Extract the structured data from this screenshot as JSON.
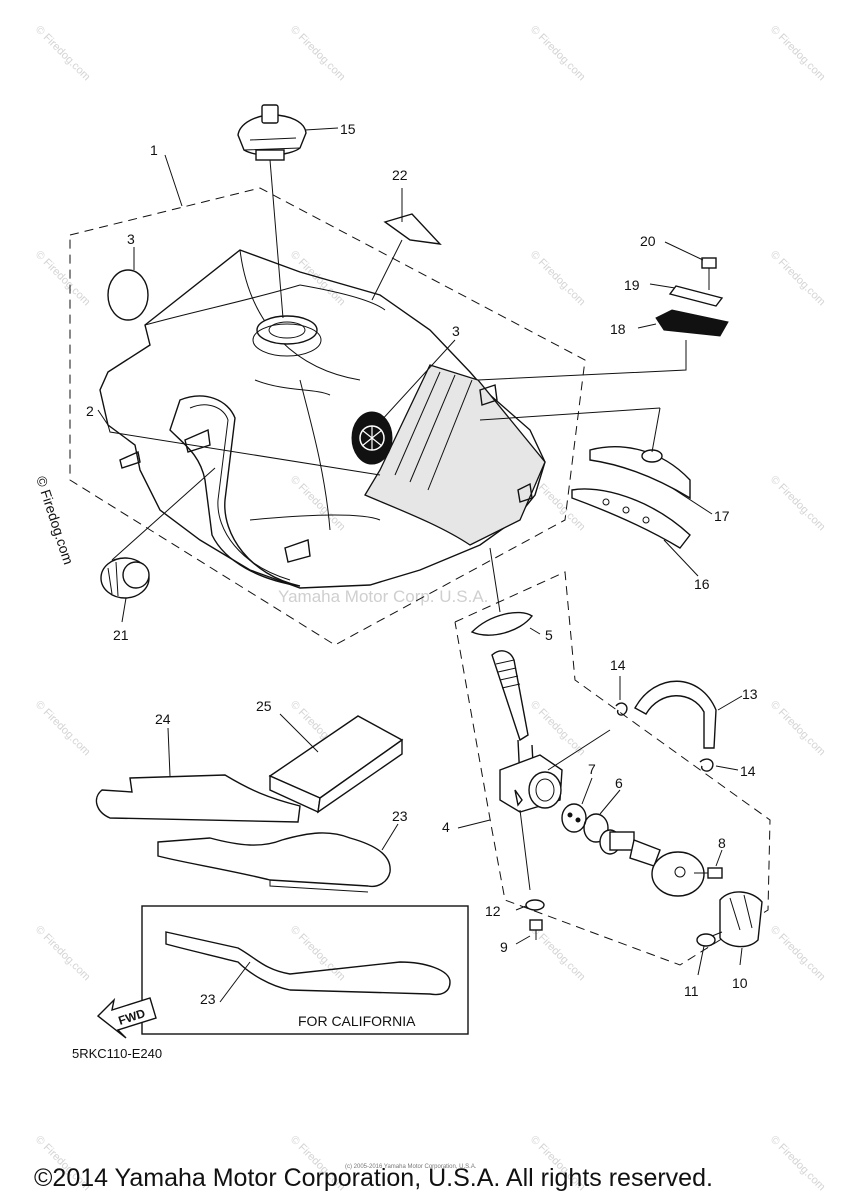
{
  "watermark": {
    "site": "© Firedog.com",
    "center": "Yamaha Motor Corp. U.S.A."
  },
  "callouts": {
    "c1": "1",
    "c2": "2",
    "c3a": "3",
    "c3b": "3",
    "c4": "4",
    "c5": "5",
    "c6": "6",
    "c7": "7",
    "c8": "8",
    "c9": "9",
    "c10": "10",
    "c11": "11",
    "c12": "12",
    "c13": "13",
    "c14a": "14",
    "c14b": "14",
    "c15": "15",
    "c16": "16",
    "c17": "17",
    "c18": "18",
    "c19": "19",
    "c20": "20",
    "c21": "21",
    "c22": "22",
    "c23a": "23",
    "c23b": "23",
    "c24": "24",
    "c25": "25"
  },
  "inset_label": "FOR CALIFORNIA",
  "fwd_label": "FWD",
  "diagram_code": "5RKC110-E240",
  "fine_print": "(c) 2005-2016 Yamaha Motor Corporation, U.S.A.",
  "copyright": "©2014 Yamaha Motor Corporation, U.S.A. All rights reserved."
}
